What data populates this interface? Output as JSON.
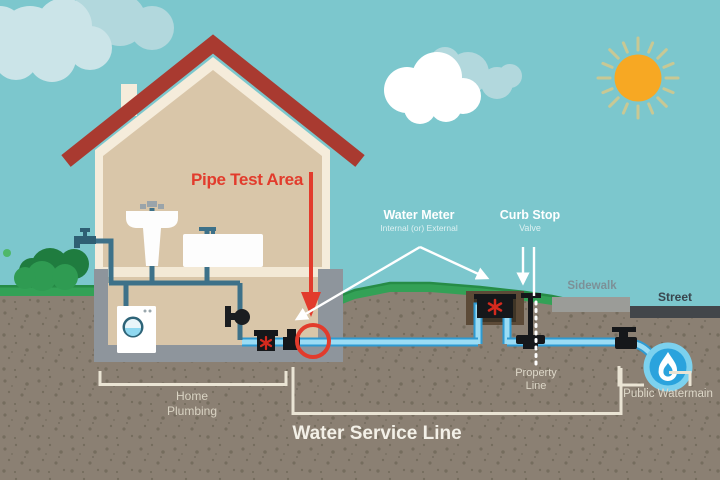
{
  "diagram": {
    "labels": {
      "pipe_test_area": "Pipe Test Area",
      "water_meter": "Water Meter",
      "water_meter_sub": "Internal (or) External",
      "curb_stop": "Curb Stop",
      "curb_stop_sub": "Valve",
      "sidewalk": "Sidewalk",
      "street": "Street",
      "property_line": "Property Line",
      "home_plumbing": "Home Plumbing",
      "water_service_line": "Water Service Line",
      "public_watermain": "Public Watermain"
    },
    "colors": {
      "sky": "#7cc7cd",
      "roof_red": "#a93a30",
      "wall_cream": "#f5ecdb",
      "interior_tan": "#d9c6a9",
      "foundation_gray": "#8e959c",
      "dirt_brown": "#8b8073",
      "dirt_speckle": "#6f6759",
      "grass_green": "#33a156",
      "grass_edge": "#268c46",
      "pipe_fill": "#9bdcf4",
      "pipe_edge": "#2e9ad2",
      "plumbing_teal": "#3d7189",
      "accent_red": "#e23b2c",
      "meter_red": "#d42a1e",
      "watermain_blue": "#2aa3dd",
      "watermain_ring": "#7cd1ee",
      "sun_orange": "#f7a823",
      "sidewalk_gray": "#9b9c98",
      "street_gray": "#42464a",
      "label_white": "#ffffff",
      "bracket_cream": "#eae4d4"
    },
    "icons": {
      "sun-icon": "orange disc with tan rays",
      "cloud-icon": "overlapping pale-blue/white puffs",
      "house-icon": "gable house cross-section with red roof",
      "washing-machine-icon": "white box, round porthole with water",
      "sink-icon": "white pedestal sink",
      "bathtub-icon": "white rectangular tub",
      "outdoor-faucet-icon": "teal wall spigot",
      "shutoff-valve-icon": "black valve on riser pipe",
      "water-meter-icon": "black meter body with red asterisk",
      "curb-stop-valve-icon": "black T-rod valve at property line",
      "corporation-stop-icon": "black tap on main",
      "public-watermain-icon": "blue circle with white water drop",
      "water-drop-icon": "teardrop glyph",
      "pipe-test-highlight": "red circle outline",
      "pipe-test-arrow": "red downward arrow",
      "pointer-arrow-icon": "thin white arrow"
    }
  }
}
